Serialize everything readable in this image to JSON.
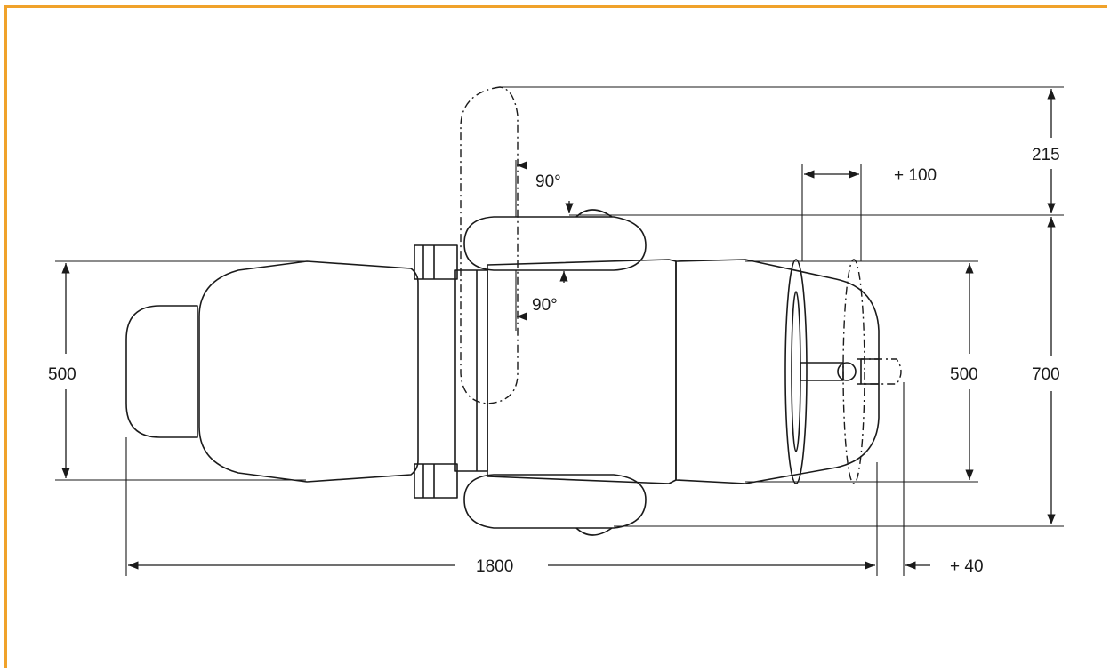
{
  "colors": {
    "frame": "#f0a22a",
    "line": "#1a1a1a"
  },
  "dimensions": {
    "dim_215": "215",
    "dim_100": "+ 100",
    "dim_700": "700",
    "dim_500_left": "500",
    "dim_500_right": "500",
    "dim_1800": "1800",
    "dim_40": "+ 40",
    "angle_top": "90°",
    "angle_bottom": "90°"
  }
}
